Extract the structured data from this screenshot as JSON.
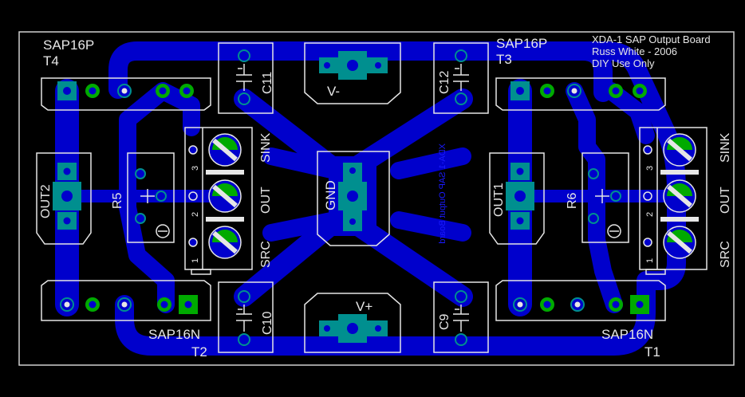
{
  "board": {
    "title_lines": [
      "XDA-1 SAP Output Board",
      "Russ White - 2006",
      "DIY Use Only"
    ],
    "bottom_layer_text": "XDA-1 SAP Output Board"
  },
  "transistors": [
    {
      "part": "SAP16P",
      "ref": "T4"
    },
    {
      "part": "SAP16P",
      "ref": "T3"
    },
    {
      "part": "SAP16N",
      "ref": "T2"
    },
    {
      "part": "SAP16N",
      "ref": "T1"
    }
  ],
  "capacitors": [
    "C11",
    "C12",
    "C10",
    "C9"
  ],
  "resistors": [
    "R5",
    "R6"
  ],
  "outputs": [
    "OUT2",
    "OUT1"
  ],
  "supply": {
    "negative": "V-",
    "ground": "GND",
    "positive": "V+"
  },
  "terminal_pins": [
    "3",
    "2",
    "1"
  ],
  "terminal_labels": [
    "SINK",
    "OUT",
    "SRC"
  ],
  "colors": {
    "background": "#000000",
    "copper": "#0000cc",
    "pad": "#008f8f",
    "ring": "#00aa00",
    "silkscreen": "#e6e6e6"
  }
}
